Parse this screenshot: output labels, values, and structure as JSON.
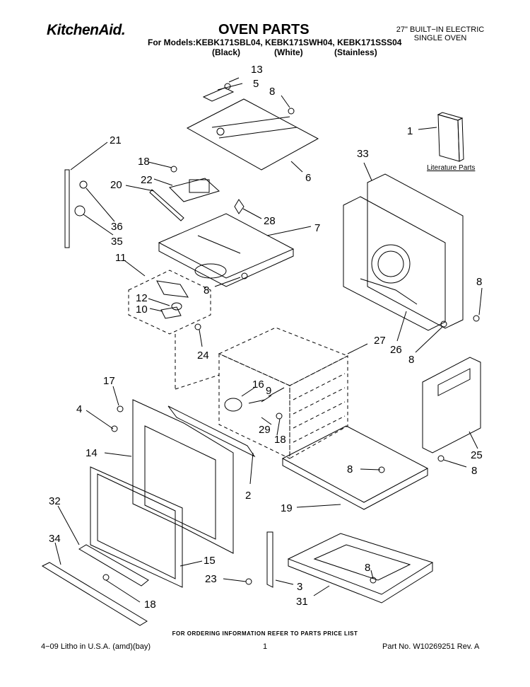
{
  "header": {
    "brand": "KitchenAid.",
    "title": "OVEN PARTS",
    "models_line": "For Models:KEBK171SBL04, KEBK171SWH04, KEBK171SSS04",
    "variant_black": "(Black)",
    "variant_white": "(White)",
    "variant_stainless": "(Stainless)",
    "product_line1": "27\" BUILT−IN ELECTRIC",
    "product_line2": "SINGLE OVEN"
  },
  "literature_label": "Literature Parts",
  "callouts": {
    "c13": "13",
    "c5": "5",
    "c8a": "8",
    "c1": "1",
    "c21": "21",
    "c18a": "18",
    "c22": "22",
    "c20": "20",
    "c6": "6",
    "c33": "33",
    "c28": "28",
    "c7": "7",
    "c36": "36",
    "c35": "35",
    "c11": "11",
    "c8b": "8",
    "c12": "12",
    "c10": "10",
    "c8c": "8",
    "c24": "24",
    "c26": "26",
    "c27": "27",
    "c8d": "8",
    "c16": "16",
    "c9": "9",
    "c17": "17",
    "c4": "4",
    "c29": "29",
    "c18b": "18",
    "c25": "25",
    "c14": "14",
    "c8e": "8",
    "c8f": "8",
    "c2": "2",
    "c32": "32",
    "c19": "19",
    "c34": "34",
    "c15": "15",
    "c8g": "8",
    "c23": "23",
    "c3": "3",
    "c31": "31",
    "c18c": "18"
  },
  "footer": {
    "ordering_note": "FOR ORDERING INFORMATION REFER TO PARTS PRICE LIST",
    "litho": "4−09 Litho in U.S.A. (amd)(bay)",
    "page_number": "1",
    "part_number": "Part No. W10269251 Rev. A"
  }
}
